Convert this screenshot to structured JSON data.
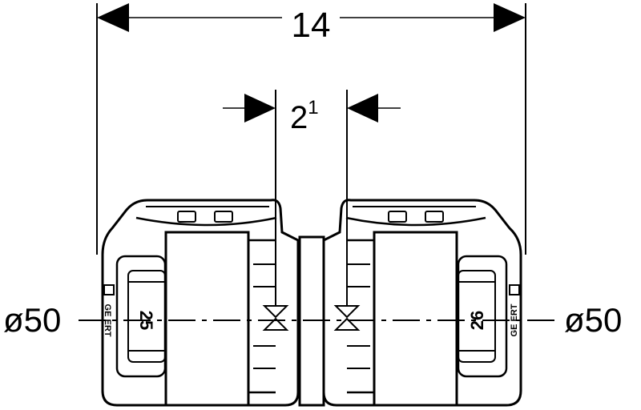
{
  "dimensions": {
    "overall_length": "14",
    "insertion_depth_main": "2",
    "insertion_depth_sup": "1",
    "diameter_left": "ø50",
    "diameter_right": "ø50"
  },
  "body_marks": {
    "left_number": "25",
    "right_number": "26",
    "brand_left": "GE  ERT",
    "brand_right": "GE  ERT"
  }
}
